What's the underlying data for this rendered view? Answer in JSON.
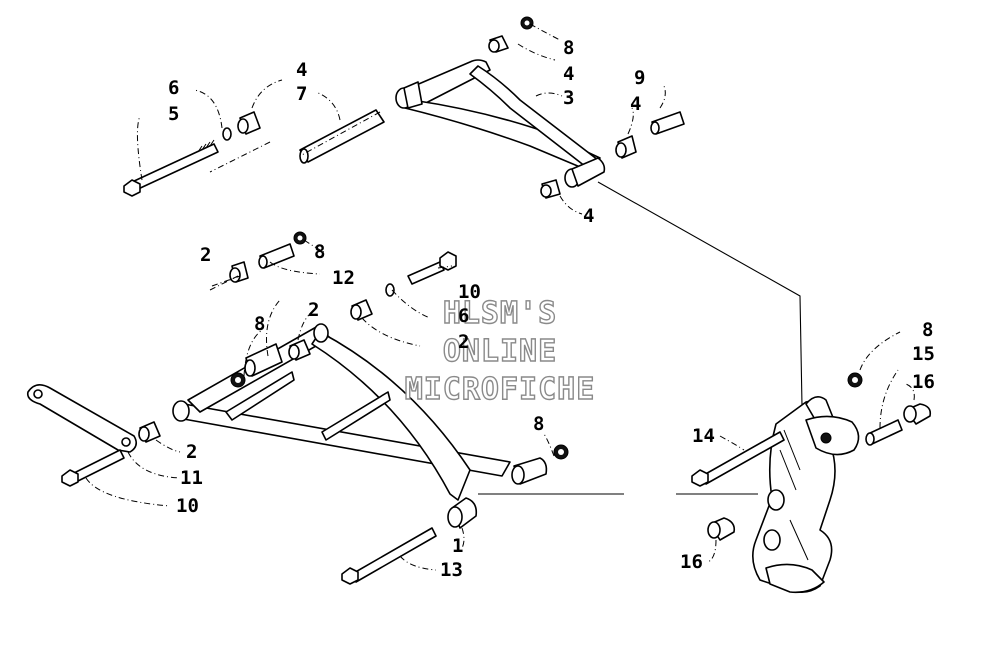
{
  "callouts": {
    "c1": "1",
    "c2a": "2",
    "c2b": "2",
    "c2c": "2",
    "c2d": "2",
    "c3": "3",
    "c4a": "4",
    "c4b": "4",
    "c4c": "4",
    "c4d": "4",
    "c5": "5",
    "c6a": "6",
    "c6b": "6",
    "c7": "7",
    "c8a": "8",
    "c8b": "8",
    "c8c": "8",
    "c8d": "8",
    "c8e": "8",
    "c9": "9",
    "c10a": "10",
    "c10b": "10",
    "c11": "11",
    "c12": "12",
    "c13": "13",
    "c14": "14",
    "c15": "15",
    "c16a": "16",
    "c16b": "16"
  },
  "watermark": {
    "line1": "HLSM'S",
    "line2": "ONLINE",
    "line3": "MICROFICHE"
  }
}
